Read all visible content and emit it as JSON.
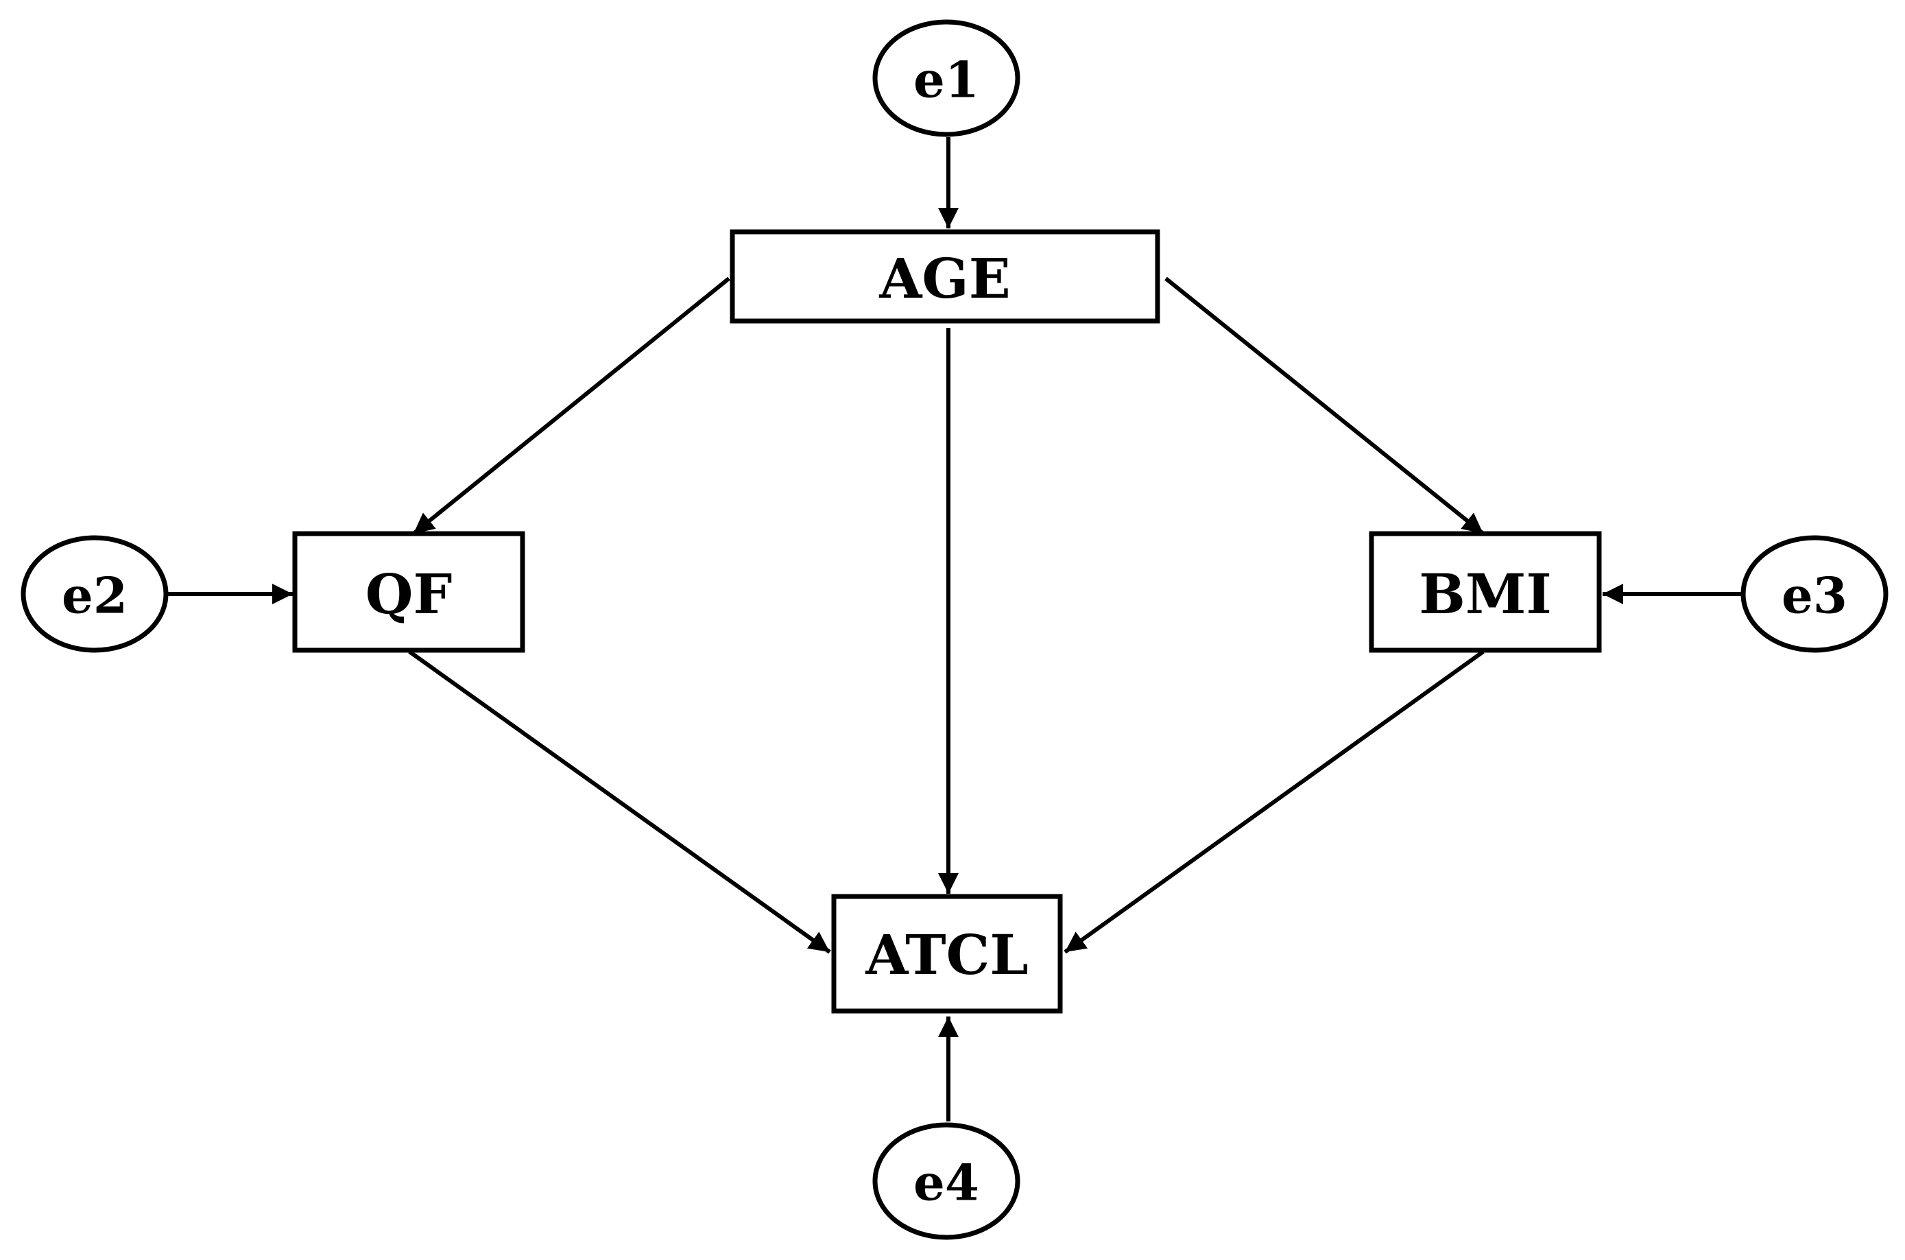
{
  "diagram": {
    "type": "path-diagram",
    "colors": {
      "stroke": "#000000",
      "fill": "#ffffff"
    },
    "nodes": {
      "age": {
        "label": "AGE",
        "shape": "rectangle"
      },
      "qf": {
        "label": "QF",
        "shape": "rectangle"
      },
      "bmi": {
        "label": "BMI",
        "shape": "rectangle"
      },
      "atcl": {
        "label": "ATCL",
        "shape": "rectangle"
      },
      "e1": {
        "label": "e1",
        "shape": "ellipse"
      },
      "e2": {
        "label": "e2",
        "shape": "ellipse"
      },
      "e3": {
        "label": "e3",
        "shape": "ellipse"
      },
      "e4": {
        "label": "e4",
        "shape": "ellipse"
      }
    },
    "edges": [
      {
        "from": "e1",
        "to": "age"
      },
      {
        "from": "e2",
        "to": "qf"
      },
      {
        "from": "e3",
        "to": "bmi"
      },
      {
        "from": "e4",
        "to": "atcl"
      },
      {
        "from": "age",
        "to": "qf"
      },
      {
        "from": "age",
        "to": "bmi"
      },
      {
        "from": "age",
        "to": "atcl"
      },
      {
        "from": "qf",
        "to": "atcl"
      },
      {
        "from": "bmi",
        "to": "atcl"
      }
    ]
  }
}
